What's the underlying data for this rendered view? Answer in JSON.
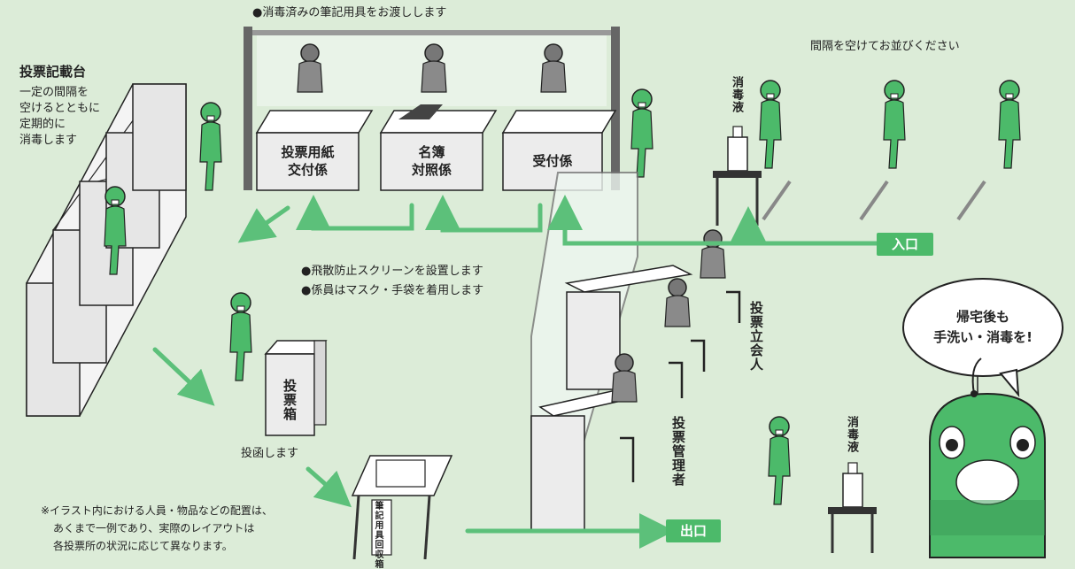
{
  "colors": {
    "background": "#dcecd8",
    "voter_green": "#4cba6a",
    "staff_grey": "#8a8a8a",
    "arrow_green": "#5cc07a"
  },
  "top_note": "●消毒済みの筆記用具をお渡しします",
  "spacing_note": "間隔を空けてお並びください",
  "booth": {
    "title": "投票記載台",
    "description": [
      "一定の間隔を",
      "空けるとともに",
      "定期的に",
      "消毒します"
    ]
  },
  "counters": [
    {
      "label": "投票用紙\n交付係"
    },
    {
      "label": "名簿\n対照係"
    },
    {
      "label": "受付係"
    }
  ],
  "sanitizer_label": "消毒液",
  "entrance_label": "入口",
  "exit_label": "出口",
  "screen_notes": [
    "●飛散防止スクリーンを設置します",
    "●係員はマスク・手袋を着用します"
  ],
  "witness_label": "投票立会人",
  "manager_label": "投票管理者",
  "ballot_box_label": "投票箱",
  "deposit_label": "投函します",
  "pen_return_label": "筆記用具回収箱",
  "disclaimer": [
    "※イラスト内における人員・物品などの配置は、",
    "あくまで一例であり、実際のレイアウトは",
    "各投票所の状況に応じて異なります。"
  ],
  "speech_bubble": [
    "帰宅後も",
    "手洗い・消毒を!"
  ],
  "icons": [
    "voter-figure-icon",
    "staff-figure-icon",
    "sanitizer-bottle-icon",
    "arrow-icon",
    "mascot-icon",
    "music-note-icon"
  ]
}
